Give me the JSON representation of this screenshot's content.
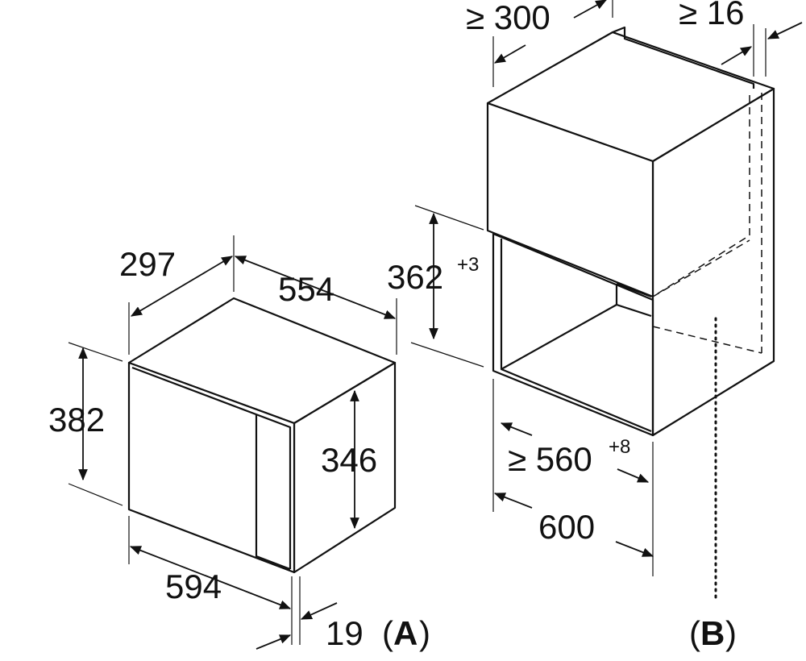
{
  "unit_a": {
    "label": "A",
    "dims": {
      "depth_total": "297",
      "width_top": "554",
      "height_total": "382",
      "height_side": "346",
      "width_front": "594",
      "front_offset": "19"
    }
  },
  "unit_b": {
    "label": "B",
    "dims": {
      "rear_gap": "≥ 300",
      "side_gap": "≥ 16",
      "niche_height": "362",
      "niche_height_tol": "+3",
      "niche_width": "≥ 560",
      "niche_width_tol": "+8",
      "cabinet_width": "600"
    }
  },
  "style": {
    "line_color": "#111111",
    "background": "#ffffff"
  }
}
